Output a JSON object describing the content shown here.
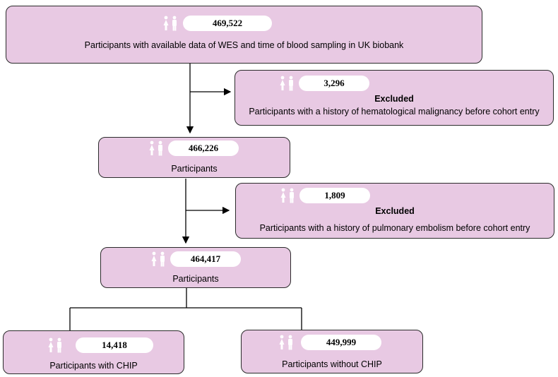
{
  "boxes": {
    "total": {
      "count": "469,522",
      "label": "Participants with available data of WES and time of blood sampling in UK biobank"
    },
    "excluded1": {
      "count": "3,296",
      "title": "Excluded",
      "label": "Participants with a history of hematological malignancy before cohort entry"
    },
    "step2": {
      "count": "466,226",
      "label": "Participants"
    },
    "excluded2": {
      "count": "1,809",
      "title": "Excluded",
      "label": "Participants with a history of pulmonary embolism before cohort entry"
    },
    "step3": {
      "count": "464,417",
      "label": "Participants"
    },
    "chip": {
      "count": "14,418",
      "label": "Participants with CHIP"
    },
    "nochip": {
      "count": "449,999",
      "label": "Participants without CHIP"
    }
  },
  "icons": {
    "people": "male-female-icon"
  },
  "colors": {
    "box_fill": "#e8c9e3",
    "border": "#2b2b2b",
    "pill": "#ffffff"
  }
}
